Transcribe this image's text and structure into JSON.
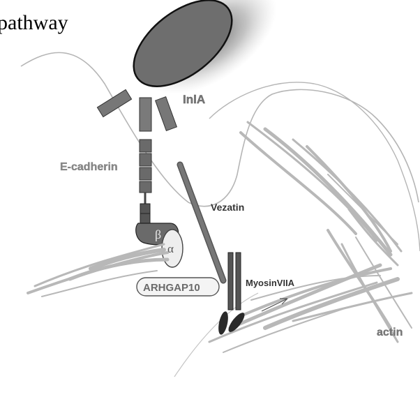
{
  "diagram": {
    "title_fragment": "pathway",
    "labels": {
      "inla": "InlA",
      "ecadherin": "E-cadherin",
      "vezatin": "Vezatin",
      "beta": "β",
      "alpha": "α",
      "arhgap10": "ARHGAP10",
      "myosin": "MyosinVIIA",
      "actin": "actin"
    },
    "colors": {
      "protein_dark": "#6e6e6e",
      "protein_mid": "#8a8a8a",
      "actin": "#b8b8b8",
      "membrane": "#a8a8a8",
      "label_dark": "#3a3a3a",
      "label_light": "#8c8c8c"
    }
  }
}
